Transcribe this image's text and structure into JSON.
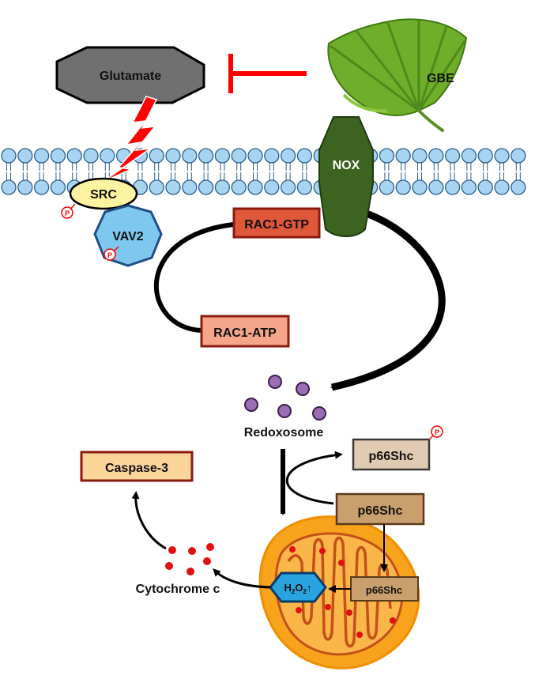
{
  "labels": {
    "glutamate": "Glutamate",
    "gbe": "GBE",
    "nox": "NOX",
    "src": "SRC",
    "vav2": "VAV2",
    "phospho": "P",
    "rac1_gtp": "RAC1-GTP",
    "rac1_atp": "RAC1-ATP",
    "redoxosome": "Redoxosome",
    "p66shc": "p66Shc",
    "caspase3": "Caspase-3",
    "cytochrome_c": "Cytochrome c",
    "h2o2_h": "H",
    "h2o2_sub": "2",
    "h2o2_o": "O",
    "h2o2_up": "↑"
  },
  "colors": {
    "membrane_head": "#a9d3f2",
    "membrane_stroke": "#2a5f8f",
    "glutamate": "#707070",
    "ginkgo": "#6fae2a",
    "nox": "#3d6320",
    "src": "#fdf3a0",
    "vav2": "#7ec8ef",
    "rac1_gtp": "#e0583a",
    "rac1_atp": "#f4a58a",
    "p66shc_phos": "#e0cbb2",
    "p66shc": "#c99f6e",
    "caspase3": "#fbd499",
    "inhibition": "#ff0000",
    "phospho": "#ff0000",
    "redoxosome": "#9b6db5",
    "mitochondria": "#f7a31c",
    "cristae": "#c4501a",
    "h2o2": "#29a4e0"
  }
}
